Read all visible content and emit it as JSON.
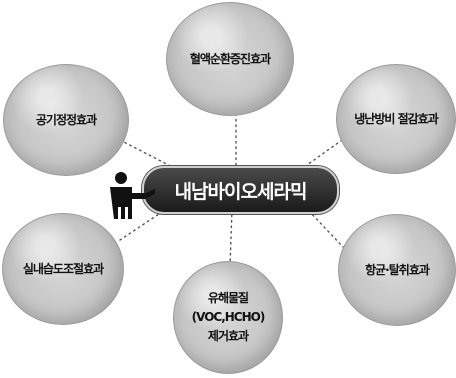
{
  "center": {
    "label": "내남바이오세라믹"
  },
  "effects": {
    "blood_circulation": "혈액순환증진효과",
    "air_purification": "공기정정효과",
    "heating_cooling": "냉난방비 절감효과",
    "humidity_control": "실내습도조절효과",
    "antibacterial": "항균·탈취효과",
    "voc_removal": "유해물질\n(VOC,HCHO)\n제거효과"
  },
  "colors": {
    "circle_fill": "#c6c6c6",
    "center_fill": "#2a2a2a",
    "center_text": "#ffffff",
    "connector": "#555555",
    "person": "#111111"
  },
  "icons": [
    "person-icon"
  ]
}
